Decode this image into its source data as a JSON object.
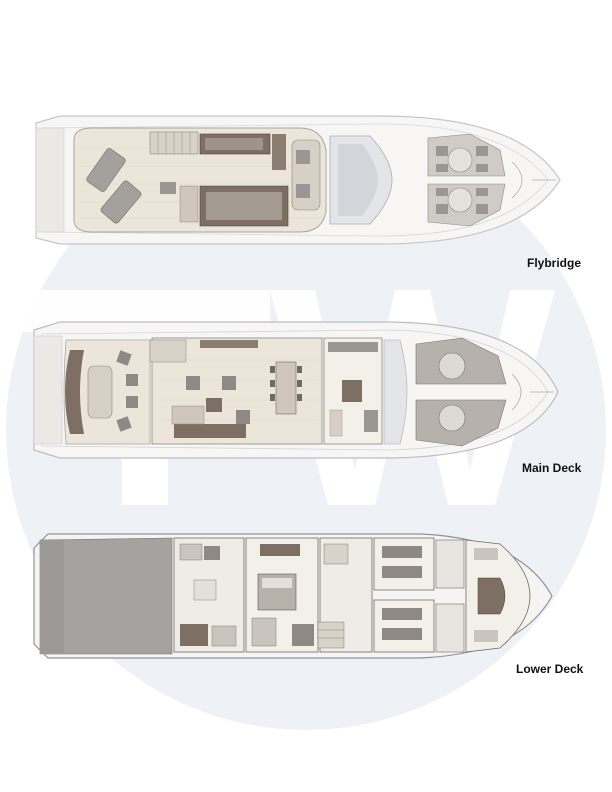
{
  "watermark": {
    "text": "TW",
    "color": "#e6edf5"
  },
  "decks": [
    {
      "id": "flybridge",
      "label": "Flybridge"
    },
    {
      "id": "main",
      "label": "Main Deck"
    },
    {
      "id": "lower",
      "label": "Lower Deck"
    }
  ],
  "colors": {
    "hull_outline": "#b9bec4",
    "deck_wood": "#e8e0d4",
    "furniture_brown": "#7d6f63",
    "cushion_grey": "#9a9792",
    "lower_aft_block": "#a6a29f"
  }
}
